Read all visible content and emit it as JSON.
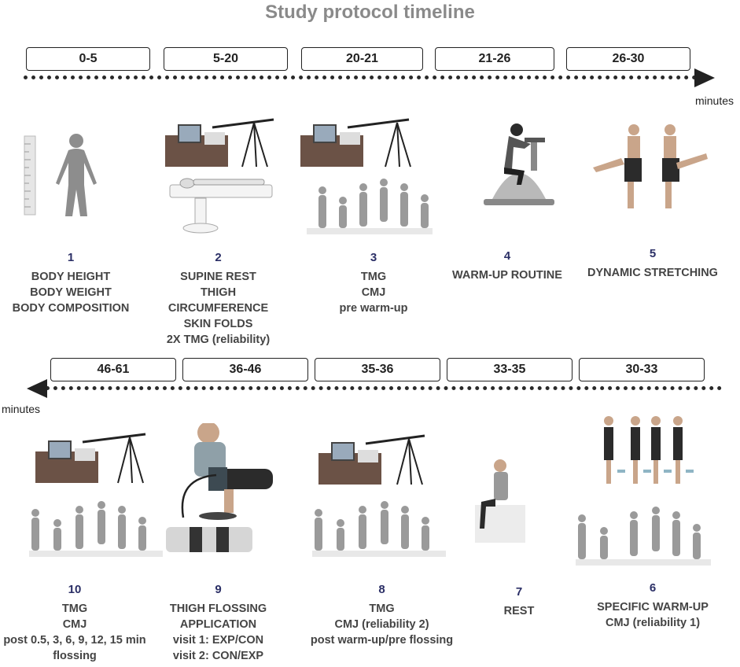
{
  "title": "Study protocol timeline",
  "unit_label": "minutes",
  "top_intervals": [
    "0-5",
    "5-20",
    "20-21",
    "21-26",
    "26-30"
  ],
  "bottom_intervals": [
    "46-61",
    "36-46",
    "35-36",
    "33-35",
    "30-33"
  ],
  "steps": [
    {
      "num": "1",
      "lines": [
        "BODY HEIGHT",
        "BODY WEIGHT",
        "BODY COMPOSITION"
      ]
    },
    {
      "num": "2",
      "lines": [
        "SUPINE REST",
        "THIGH",
        "CIRCUMFERENCE",
        "SKIN FOLDS",
        "2X TMG (reliability)"
      ]
    },
    {
      "num": "3",
      "lines": [
        "TMG",
        "CMJ",
        "pre warm-up"
      ]
    },
    {
      "num": "4",
      "lines": [
        "WARM-UP ROUTINE"
      ]
    },
    {
      "num": "5",
      "lines": [
        "DYNAMIC STRETCHING"
      ]
    },
    {
      "num": "10",
      "lines": [
        "TMG",
        "CMJ",
        "post 0.5, 3, 6, 9, 12, 15 min",
        "flossing"
      ]
    },
    {
      "num": "9",
      "lines": [
        "THIGH FLOSSING",
        "APPLICATION",
        "visit 1: EXP/CON",
        "visit 2: CON/EXP"
      ]
    },
    {
      "num": "8",
      "lines": [
        "TMG",
        "CMJ (reliability 2)",
        "post warm-up/pre flossing"
      ]
    },
    {
      "num": "7",
      "lines": [
        "REST"
      ]
    },
    {
      "num": "6",
      "lines": [
        "SPECIFIC WARM-UP",
        "CMJ (reliability 1)"
      ]
    }
  ],
  "colors": {
    "title": "#8a8a8a",
    "step_number": "#2b2f66",
    "text": "#444444",
    "line": "#2a2a2a"
  }
}
